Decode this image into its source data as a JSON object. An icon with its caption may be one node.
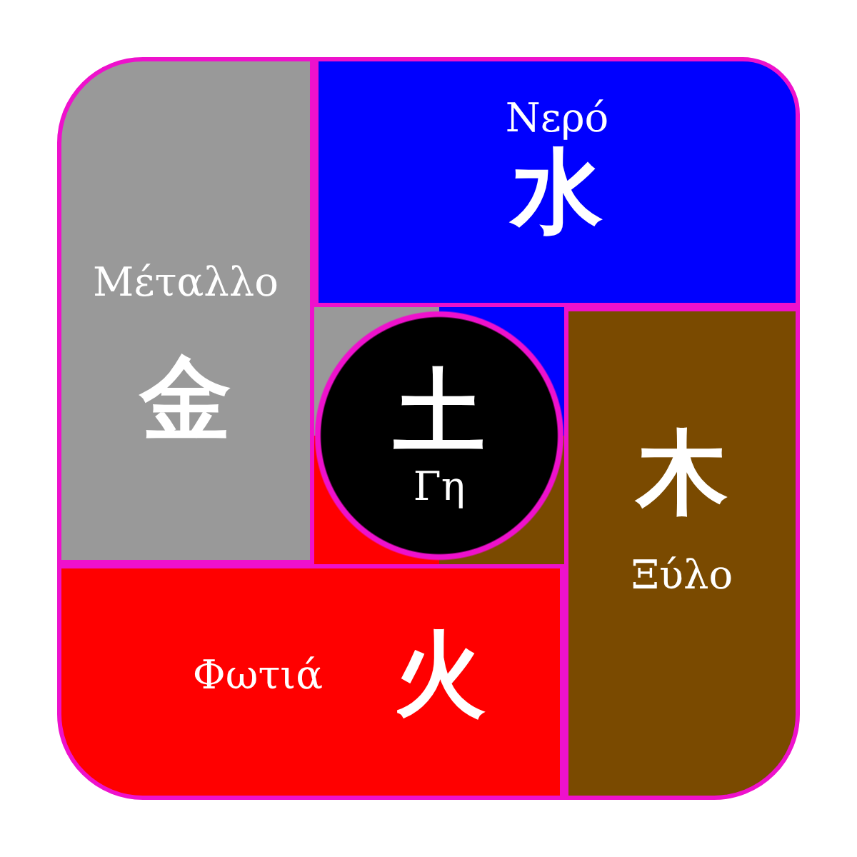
{
  "diagram": {
    "nodes": [
      {
        "text": [
          "Νερό",
          "水"
        ]
      },
      {
        "text": [
          "Μέταλλο",
          "金"
        ]
      },
      {
        "text": [
          "土",
          "Γη"
        ]
      },
      {
        "text": [
          "木",
          "Ξύλο"
        ]
      },
      {
        "text": [
          "Φωτιά",
          "火"
        ]
      }
    ]
  }
}
